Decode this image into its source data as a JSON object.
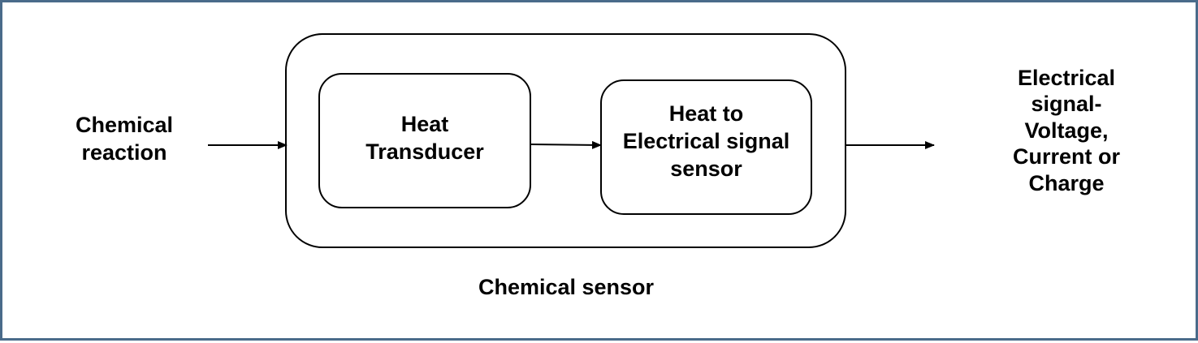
{
  "input_label": "Chemical\nreaction",
  "sensor_block_1": "Heat\nTransducer",
  "sensor_block_2": "Heat to\nElectrical signal\nsensor",
  "output_label": "Electrical\nsignal-\nVoltage,\nCurrent or\nCharge",
  "container_caption": "Chemical sensor",
  "colors": {
    "frame": "#4a6b8a",
    "stroke": "#000000"
  }
}
